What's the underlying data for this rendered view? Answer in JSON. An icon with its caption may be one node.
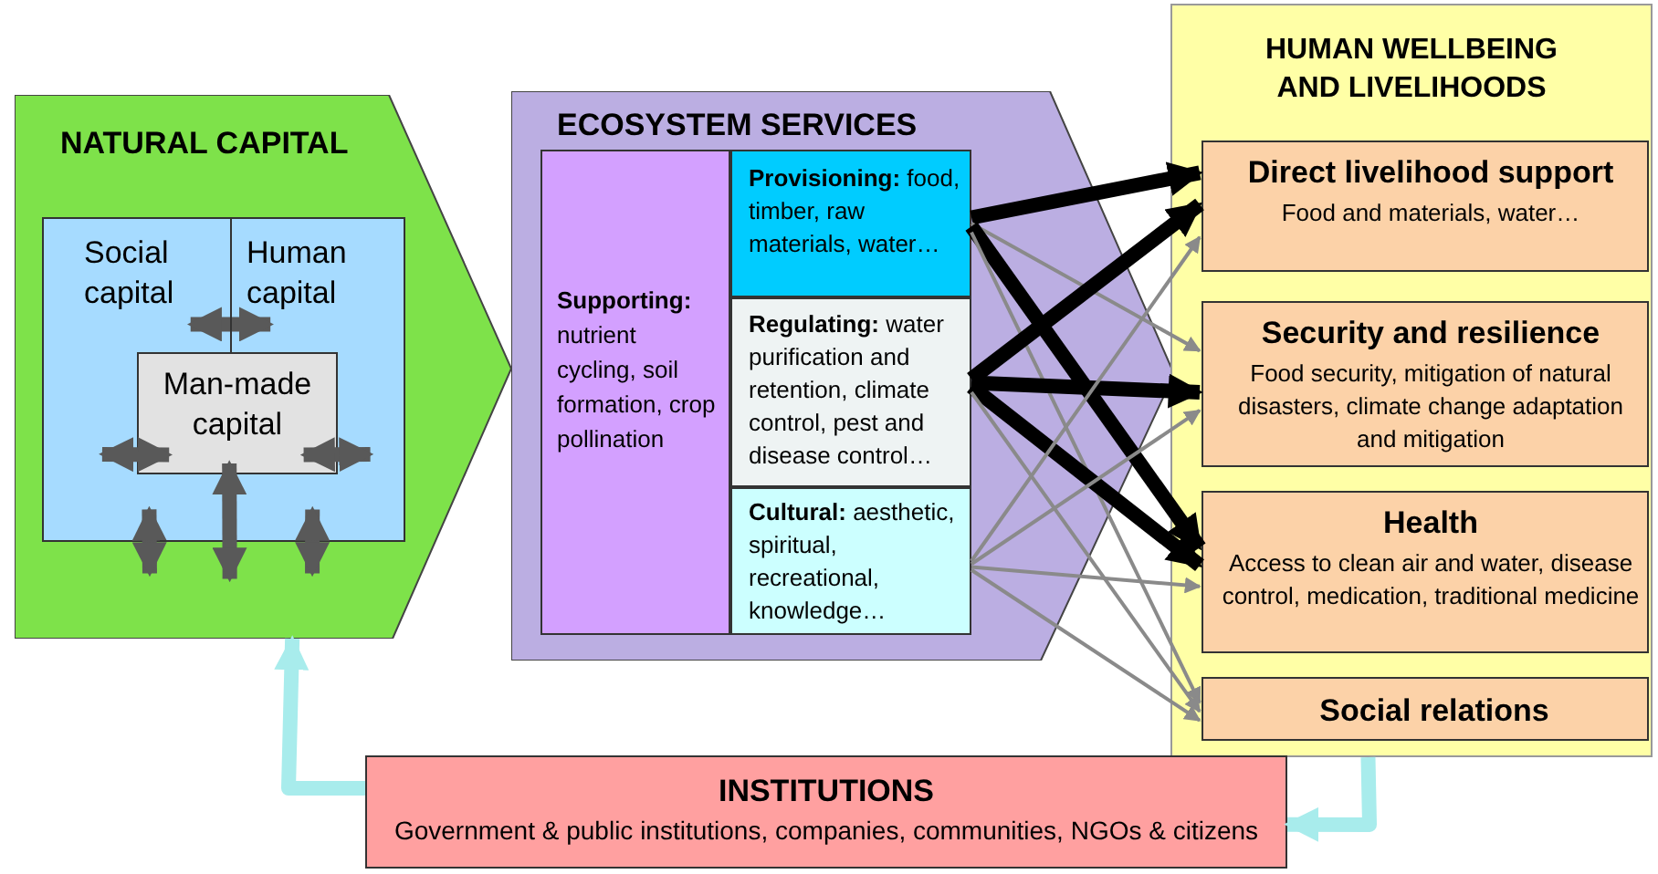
{
  "diagram": {
    "nodes": [
      {
        "text": [
          "NATURAL CAPITAL"
        ]
      },
      {
        "text": [
          "Social capital"
        ],
        "in": 0
      },
      {
        "text": [
          "Human capital"
        ],
        "in": 0
      },
      {
        "text": [
          "Man-made capital"
        ],
        "in": 0
      },
      {
        "text": [
          "ECOSYSTEM SERVICES"
        ]
      },
      {
        "text": [
          "**Supporting:** nutrient cycling, soil formation, crop pollination"
        ],
        "in": 4
      },
      {
        "text": [
          "**Provisioning:** food, timber, raw materials, water…"
        ],
        "in": 4
      },
      {
        "text": [
          "**Regulating:** water purification and retention, climate control, pest and disease control…"
        ],
        "in": 4
      },
      {
        "text": [
          "**Cultural:** aesthetic, spiritual, recreational, knowledge…"
        ],
        "in": 4
      },
      {
        "text": [
          "HUMAN WELLBEING AND LIVELIHOODS"
        ]
      },
      {
        "text": [
          "Direct livelihood support",
          "Food and materials, water…"
        ],
        "in": 9
      },
      {
        "text": [
          "Security and resilience",
          "Food security, mitigation of natural disasters, climate change adaptation and mitigation"
        ],
        "in": 9
      },
      {
        "text": [
          "Health",
          "Access to clean air and water, disease control, medication, traditional medicine"
        ],
        "in": 9
      },
      {
        "text": [
          "Social relations"
        ],
        "in": 9
      },
      {
        "text": [
          "INSTITUTIONS",
          "Government & public institutions, companies, communities, NGOs & citizens"
        ]
      }
    ],
    "edges": [
      {
        "from": 1,
        "to": 2,
        "arrow": "both",
        "color": "#595959"
      },
      {
        "from": 3,
        "to": 1,
        "arrow": "both",
        "color": "#595959"
      },
      {
        "from": 3,
        "to": 2,
        "arrow": "both",
        "color": "#595959"
      },
      {
        "from": 3,
        "to": 0,
        "arrow": "both",
        "color": "#595959"
      },
      {
        "from": 1,
        "to": 0,
        "arrow": "both",
        "color": "#595959"
      },
      {
        "from": 2,
        "to": 0,
        "arrow": "both",
        "color": "#595959"
      },
      {
        "from": 6,
        "to": 10,
        "arrow": "to",
        "color": "#000000"
      },
      {
        "from": 6,
        "to": 11,
        "arrow": "to"
      },
      {
        "from": 6,
        "to": 12,
        "arrow": "to",
        "color": "#000000"
      },
      {
        "from": 6,
        "to": 13,
        "arrow": "to"
      },
      {
        "from": 7,
        "to": 10,
        "arrow": "to",
        "color": "#000000"
      },
      {
        "from": 7,
        "to": 11,
        "arrow": "to",
        "color": "#000000"
      },
      {
        "from": 7,
        "to": 12,
        "arrow": "to",
        "color": "#000000"
      },
      {
        "from": 7,
        "to": 13,
        "arrow": "to"
      },
      {
        "from": 8,
        "to": 10,
        "arrow": "to"
      },
      {
        "from": 8,
        "to": 11,
        "arrow": "to"
      },
      {
        "from": 8,
        "to": 12,
        "arrow": "to"
      },
      {
        "from": 8,
        "to": 13,
        "arrow": "to"
      },
      {
        "from": 14,
        "to": 0,
        "arrow": "to",
        "color": "#a8ecec"
      },
      {
        "from": 9,
        "to": 14,
        "arrow": "to",
        "color": "#a8ecec"
      }
    ]
  }
}
